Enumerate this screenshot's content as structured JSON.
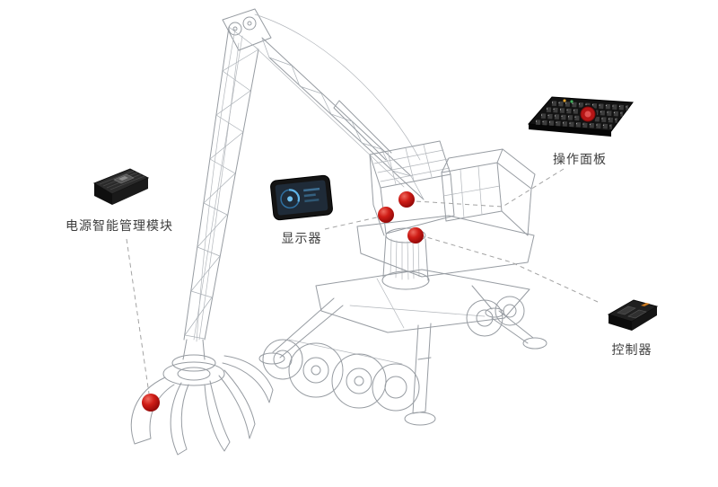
{
  "diagram": {
    "background_color": "#ffffff",
    "accent_color": "#c01414",
    "wireframe_color": "#979ca2",
    "label_color": "#3d3d3d",
    "subject": "material-handler-machine-wireframe",
    "callouts": [
      {
        "id": "power-module",
        "label": "电源智能管理模块",
        "icon": "power-module-icon"
      },
      {
        "id": "display",
        "label": "显示器",
        "icon": "display-icon"
      },
      {
        "id": "control-panel",
        "label": "操作面板",
        "icon": "control-panel-icon"
      },
      {
        "id": "controller",
        "label": "控制器",
        "icon": "controller-icon"
      }
    ]
  }
}
